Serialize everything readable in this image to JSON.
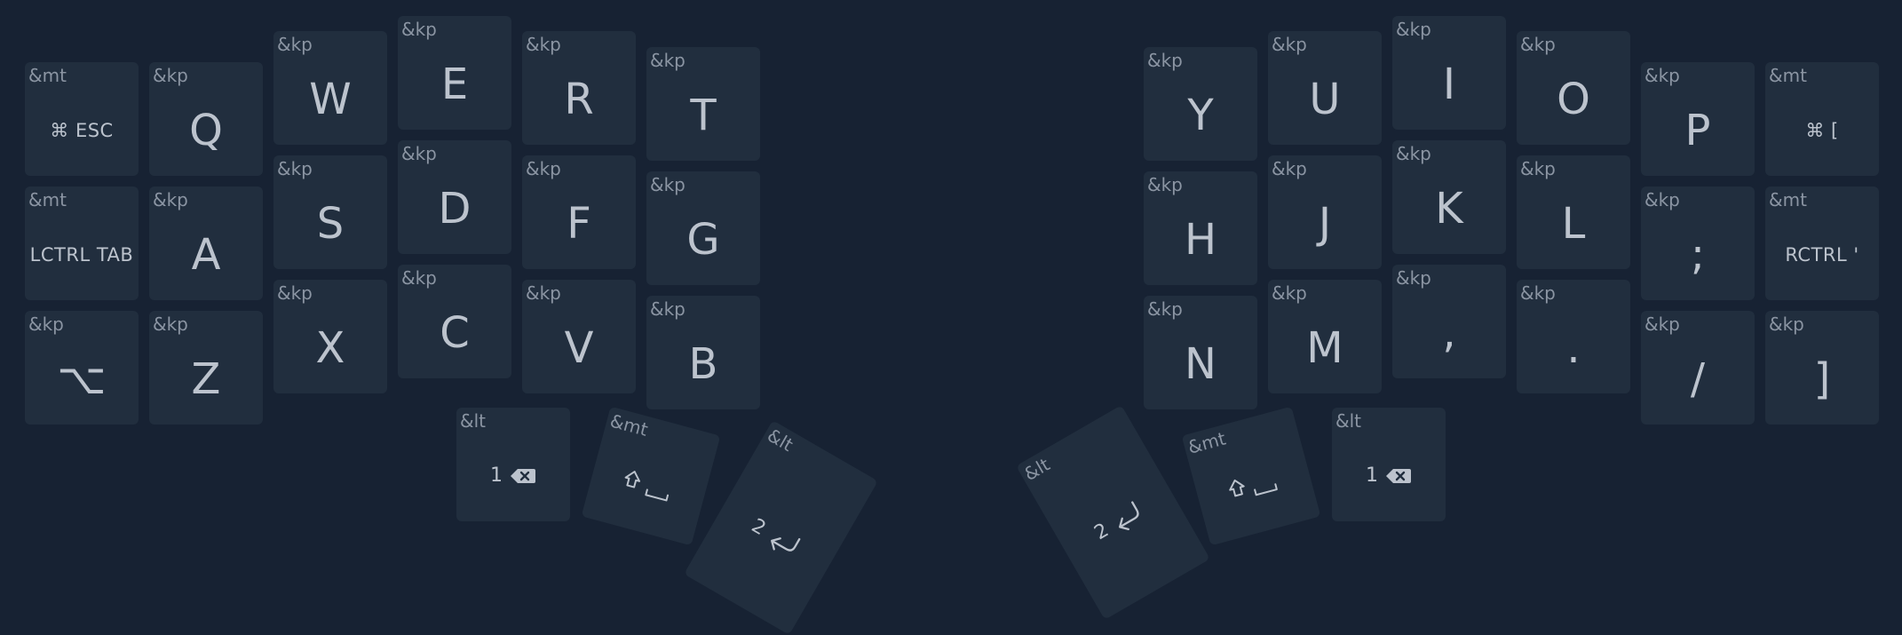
{
  "colors": {
    "background": "#172233",
    "key_fill": "#212e3e",
    "legend_text": "#bcc3cd",
    "behavior_text": "#8b95a3"
  },
  "keys": [
    {
      "id": "k-esc",
      "behavior": "&mt",
      "legend": "⌘ ESC",
      "style": "small"
    },
    {
      "id": "k-q",
      "behavior": "&kp",
      "legend": "Q"
    },
    {
      "id": "k-w",
      "behavior": "&kp",
      "legend": "W"
    },
    {
      "id": "k-e",
      "behavior": "&kp",
      "legend": "E"
    },
    {
      "id": "k-r",
      "behavior": "&kp",
      "legend": "R"
    },
    {
      "id": "k-t",
      "behavior": "&kp",
      "legend": "T"
    },
    {
      "id": "k-y",
      "behavior": "&kp",
      "legend": "Y"
    },
    {
      "id": "k-u",
      "behavior": "&kp",
      "legend": "U"
    },
    {
      "id": "k-i",
      "behavior": "&kp",
      "legend": "I"
    },
    {
      "id": "k-o",
      "behavior": "&kp",
      "legend": "O"
    },
    {
      "id": "k-p",
      "behavior": "&kp",
      "legend": "P"
    },
    {
      "id": "k-lbkt",
      "behavior": "&mt",
      "legend": "⌘ [",
      "style": "small"
    },
    {
      "id": "k-tab",
      "behavior": "&mt",
      "legend": "LCTRL TAB",
      "style": "small"
    },
    {
      "id": "k-a",
      "behavior": "&kp",
      "legend": "A"
    },
    {
      "id": "k-s",
      "behavior": "&kp",
      "legend": "S"
    },
    {
      "id": "k-d",
      "behavior": "&kp",
      "legend": "D"
    },
    {
      "id": "k-f",
      "behavior": "&kp",
      "legend": "F"
    },
    {
      "id": "k-g",
      "behavior": "&kp",
      "legend": "G"
    },
    {
      "id": "k-h",
      "behavior": "&kp",
      "legend": "H"
    },
    {
      "id": "k-j",
      "behavior": "&kp",
      "legend": "J"
    },
    {
      "id": "k-k",
      "behavior": "&kp",
      "legend": "K"
    },
    {
      "id": "k-l",
      "behavior": "&kp",
      "legend": "L"
    },
    {
      "id": "k-semi",
      "behavior": "&kp",
      "legend": ";"
    },
    {
      "id": "k-quote",
      "behavior": "&mt",
      "legend": "RCTRL '",
      "style": "small"
    },
    {
      "id": "k-alt",
      "behavior": "&kp",
      "legend": "⌥"
    },
    {
      "id": "k-z",
      "behavior": "&kp",
      "legend": "Z"
    },
    {
      "id": "k-x",
      "behavior": "&kp",
      "legend": "X"
    },
    {
      "id": "k-c",
      "behavior": "&kp",
      "legend": "C"
    },
    {
      "id": "k-v",
      "behavior": "&kp",
      "legend": "V"
    },
    {
      "id": "k-b",
      "behavior": "&kp",
      "legend": "B"
    },
    {
      "id": "k-n",
      "behavior": "&kp",
      "legend": "N"
    },
    {
      "id": "k-m",
      "behavior": "&kp",
      "legend": "M"
    },
    {
      "id": "k-comma",
      "behavior": "&kp",
      "legend": ","
    },
    {
      "id": "k-dot",
      "behavior": "&kp",
      "legend": "."
    },
    {
      "id": "k-slash",
      "behavior": "&kp",
      "legend": "/"
    },
    {
      "id": "k-rbkt",
      "behavior": "&kp",
      "legend": "]"
    },
    {
      "id": "k-lt1-left",
      "behavior": "&lt",
      "legend": "1",
      "icon": "backspace-icon"
    },
    {
      "id": "k-shift-space-left",
      "behavior": "&mt",
      "icon": "shift-space-icon"
    },
    {
      "id": "k-lt2-left",
      "behavior": "&lt",
      "legend": "2",
      "icon": "return-icon"
    },
    {
      "id": "k-lt2-right",
      "behavior": "&lt",
      "legend": "2",
      "icon": "return-icon"
    },
    {
      "id": "k-shift-space-right",
      "behavior": "&mt",
      "icon": "shift-space-icon"
    },
    {
      "id": "k-lt1-right",
      "behavior": "&lt",
      "legend": "1",
      "icon": "backspace-icon"
    }
  ]
}
